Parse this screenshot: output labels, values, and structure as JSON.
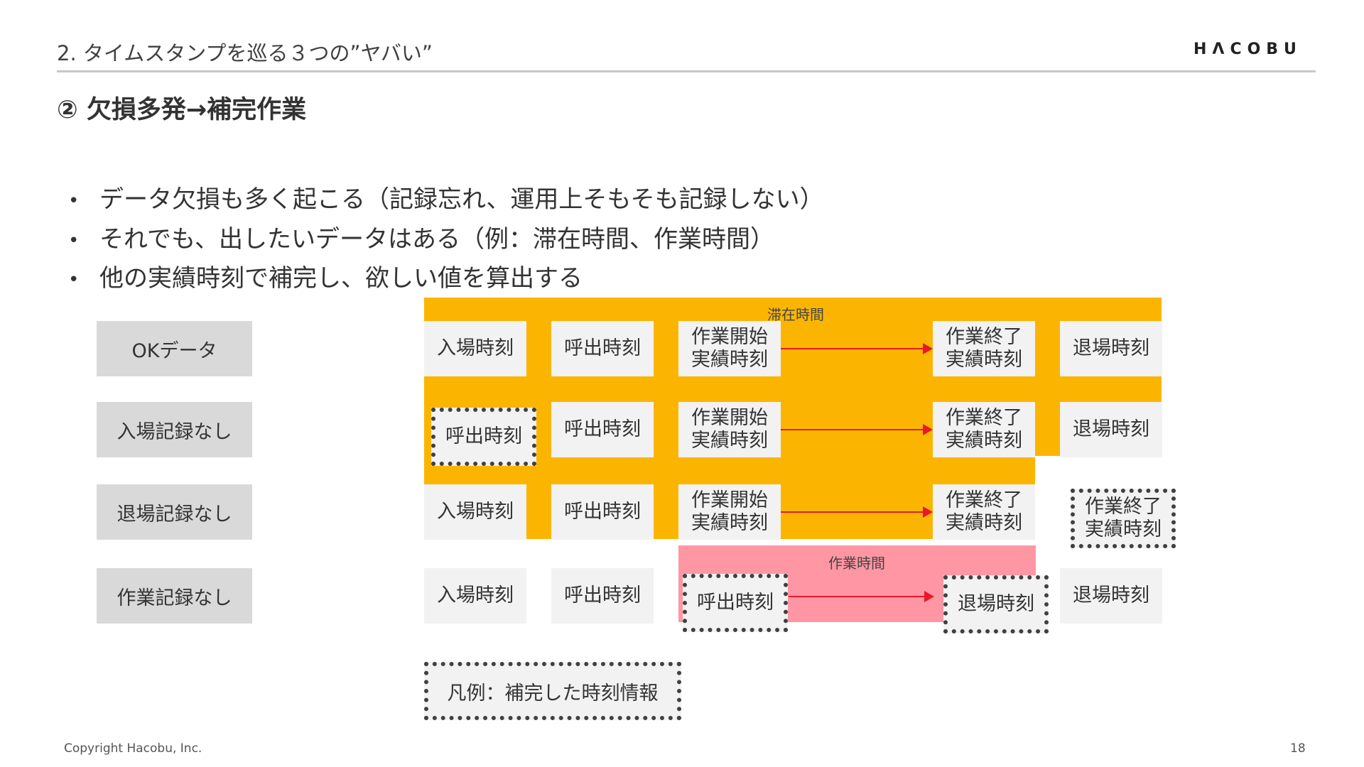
{
  "header": {
    "section_title": "2. タイムスタンプを巡る３つの”ヤバい”",
    "logo_text": "HΛCOBU",
    "heading": "② 欠損多発→補完作業"
  },
  "bullets": [
    "データ欠損も多く起こる（記録忘れ、運用上そもそも記録しない）",
    "それでも、出したいデータはある（例：滞在時間、作業時間）",
    "他の実績時刻で補完し、欲しい値を算出する"
  ],
  "colors": {
    "stay_band": "#fbb500",
    "work_band": "#ff96a4",
    "arrow": "#e8182c",
    "label_bg": "#d9d9d9",
    "box_bg": "#f2f2f2"
  },
  "diagram": {
    "stay_time_label": "滞在時間",
    "work_time_label": "作業時間",
    "rows": [
      {
        "label": "OKデータ",
        "entry": {
          "text": "入場時刻",
          "supplemented": false
        },
        "call": {
          "text": "呼出時刻",
          "supplemented": false
        },
        "work_start": {
          "line1": "作業開始",
          "line2": "実績時刻",
          "supplemented": false
        },
        "work_end": {
          "line1": "作業終了",
          "line2": "実績時刻",
          "supplemented": false
        },
        "exit": {
          "text": "退場時刻",
          "supplemented": false
        }
      },
      {
        "label": "入場記録なし",
        "entry": {
          "text": "呼出時刻",
          "supplemented": true
        },
        "call": {
          "text": "呼出時刻",
          "supplemented": false
        },
        "work_start": {
          "line1": "作業開始",
          "line2": "実績時刻",
          "supplemented": false
        },
        "work_end": {
          "line1": "作業終了",
          "line2": "実績時刻",
          "supplemented": false
        },
        "exit": {
          "text": "退場時刻",
          "supplemented": false
        }
      },
      {
        "label": "退場記録なし",
        "entry": {
          "text": "入場時刻",
          "supplemented": false
        },
        "call": {
          "text": "呼出時刻",
          "supplemented": false
        },
        "work_start": {
          "line1": "作業開始",
          "line2": "実績時刻",
          "supplemented": false
        },
        "work_end": {
          "line1": "作業終了",
          "line2": "実績時刻",
          "supplemented": false
        },
        "exit": {
          "line1": "作業終了",
          "line2": "実績時刻",
          "supplemented": true
        }
      },
      {
        "label": "作業記録なし",
        "entry": {
          "text": "入場時刻",
          "supplemented": false
        },
        "call": {
          "text": "呼出時刻",
          "supplemented": false
        },
        "work_start": {
          "text": "呼出時刻",
          "supplemented": true
        },
        "work_end": {
          "text": "退場時刻",
          "supplemented": true
        },
        "exit": {
          "text": "退場時刻",
          "supplemented": false
        }
      }
    ],
    "legend": "凡例：補完した時刻情報"
  },
  "footer": {
    "copyright": "Copyright Hacobu, Inc.",
    "page_number": "18"
  }
}
